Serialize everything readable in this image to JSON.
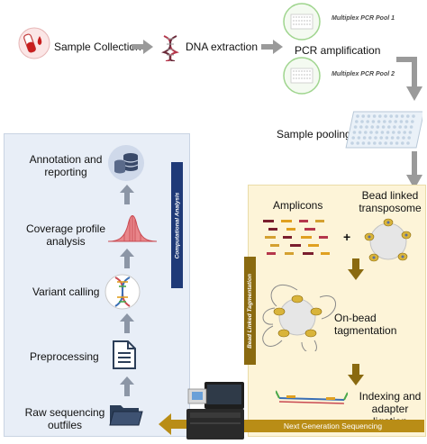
{
  "top_row": {
    "sample_collection": "Sample Collection",
    "dna_extraction": "DNA extraction",
    "pcr_amplification": "PCR amplification",
    "pool1": "Multiplex PCR Pool 1",
    "pool2": "Multiplex PCR Pool 2"
  },
  "sample_pooling": "Sample pooling",
  "bead_linked": {
    "panel_title": "Bead Linked Tagmentation",
    "amplicons": "Amplicons",
    "plus": "+",
    "transposome_line1": "Bead linked",
    "transposome_line2": "transposome",
    "on_bead": "On-bead tagmentation",
    "indexing_line1": "Indexing and",
    "indexing_line2": "adapter ligation"
  },
  "ngs": "Next Generation Sequencing",
  "computational": {
    "panel_title": "Computational Analysis",
    "annotation_line1": "Annotation and",
    "annotation_line2": "reporting",
    "coverage_line1": "Coverage profile",
    "coverage_line2": "analysis",
    "variant_calling": "Variant calling",
    "preprocessing": "Preprocessing",
    "raw_line1": "Raw sequencing",
    "raw_line2": "outfiles"
  },
  "colors": {
    "arrow_gray": "#9a9a9a",
    "arrow_gold": "#8a6a10",
    "comp_tab": "#1f3a78",
    "blt_tab": "#8a6a10",
    "ngs_bar": "#b98d16"
  }
}
